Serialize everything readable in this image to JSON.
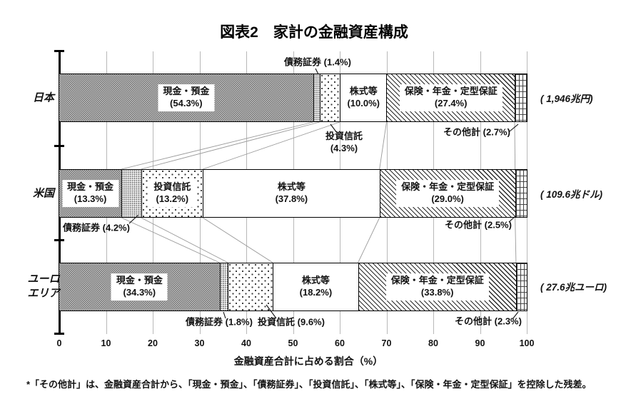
{
  "title": "図表2　家計の金融資産構成",
  "axis": {
    "xlabel": "金融資産合計に占める割合（%）",
    "ticks": [
      0,
      10,
      20,
      30,
      40,
      50,
      60,
      70,
      80,
      90,
      100
    ]
  },
  "footnote": "*「その他計」は、金融資産合計から、「現金・預金」、「債務証券」、「投資信託」、「株式等」、「保険・年金・定型保証」を控除した残差。",
  "chart_data": {
    "type": "bar",
    "orientation": "horizontal_stacked",
    "title": "図表2　家計の金融資産構成",
    "xlabel": "金融資産合計に占める割合（%）",
    "xlim": [
      0,
      100
    ],
    "grid": true,
    "legend_position": "none",
    "categories": [
      "日本",
      "米国",
      "ユーロエリア"
    ],
    "rows": [
      {
        "id": "japan",
        "category_lines": [
          "日本"
        ],
        "total_label": "( 1,946兆円)",
        "segments": [
          {
            "name": "現金・預金",
            "value": 54.3,
            "pct_label": "(54.3%)",
            "pattern": "cash",
            "label_pos": "inside"
          },
          {
            "name": "債務証券",
            "value": 1.4,
            "pct_label": "(1.4%)",
            "pattern": "debt",
            "label_pos": "above"
          },
          {
            "name": "投資信託",
            "value": 4.3,
            "pct_label": "(4.3%)",
            "pattern": "trust",
            "label_pos": "below-2line"
          },
          {
            "name": "株式等",
            "value": 10.0,
            "pct_label": "(10.0%)",
            "pattern": "equity",
            "label_pos": "inside"
          },
          {
            "name": "保険・年金・定型保証",
            "value": 27.4,
            "pct_label": "(27.4%)",
            "pattern": "insurance",
            "label_pos": "inside"
          },
          {
            "name": "その他計",
            "value": 2.7,
            "pct_label": "(2.7%)",
            "pattern": "other",
            "label_pos": "below"
          }
        ]
      },
      {
        "id": "us",
        "category_lines": [
          "米国"
        ],
        "total_label": "( 109.6兆ドル)",
        "segments": [
          {
            "name": "現金・預金",
            "value": 13.3,
            "pct_label": "(13.3%)",
            "pattern": "cash",
            "label_pos": "inside"
          },
          {
            "name": "債務証券",
            "value": 4.2,
            "pct_label": "(4.2%)",
            "pattern": "debt",
            "label_pos": "below"
          },
          {
            "name": "投資信託",
            "value": 13.2,
            "pct_label": "(13.2%)",
            "pattern": "trust",
            "label_pos": "inside"
          },
          {
            "name": "株式等",
            "value": 37.8,
            "pct_label": "(37.8%)",
            "pattern": "equity",
            "label_pos": "inside"
          },
          {
            "name": "保険・年金・定型保証",
            "value": 29.0,
            "pct_label": "(29.0%)",
            "pattern": "insurance",
            "label_pos": "inside"
          },
          {
            "name": "その他計",
            "value": 2.5,
            "pct_label": "(2.5%)",
            "pattern": "other",
            "label_pos": "below"
          }
        ]
      },
      {
        "id": "euro",
        "category_lines": [
          "ユーロ",
          "エリア"
        ],
        "total_label": "( 27.6兆ユーロ)",
        "segments": [
          {
            "name": "現金・預金",
            "value": 34.3,
            "pct_label": "(34.3%)",
            "pattern": "cash",
            "label_pos": "inside"
          },
          {
            "name": "債務証券",
            "value": 1.8,
            "pct_label": "(1.8%)",
            "pattern": "debt",
            "label_pos": "below"
          },
          {
            "name": "投資信託",
            "value": 9.6,
            "pct_label": "(9.6%)",
            "pattern": "trust",
            "label_pos": "below"
          },
          {
            "name": "株式等",
            "value": 18.2,
            "pct_label": "(18.2%)",
            "pattern": "equity",
            "label_pos": "inside"
          },
          {
            "name": "保険・年金・定型保証",
            "value": 33.8,
            "pct_label": "(33.8%)",
            "pattern": "insurance",
            "label_pos": "inside"
          },
          {
            "name": "その他計",
            "value": 2.3,
            "pct_label": "(2.3%)",
            "pattern": "other",
            "label_pos": "below"
          }
        ]
      }
    ]
  }
}
